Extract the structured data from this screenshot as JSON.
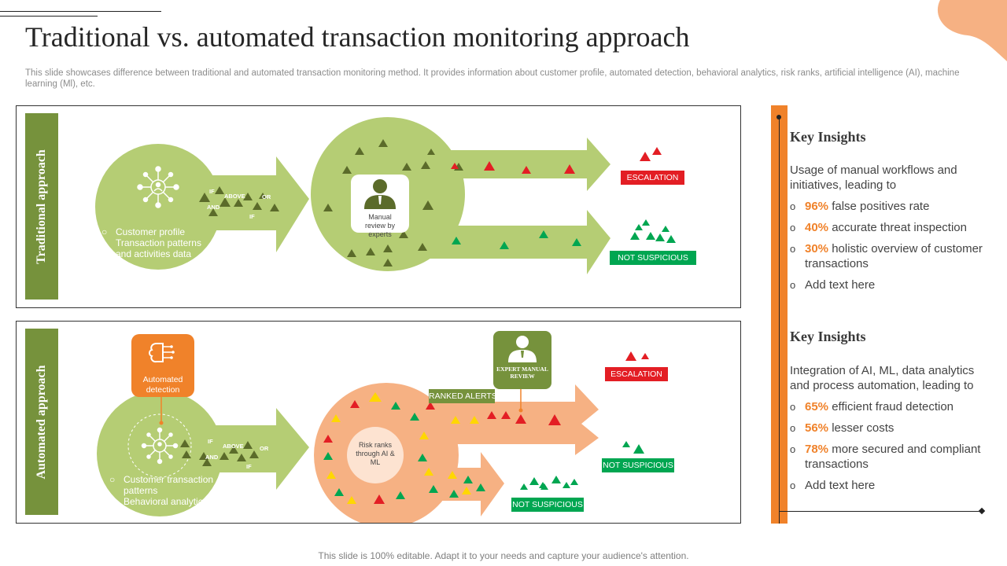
{
  "title": "Traditional vs. automated transaction monitoring approach",
  "subtitle": "This slide showcases difference between traditional and automated transaction monitoring method. It provides information about customer profile, automated detection, behavioral analytics, risk ranks, artificial intelligence (AI), machine learning (Ml), etc.",
  "traditional": {
    "label": "Traditional approach",
    "inputs": [
      "Customer profile",
      "Transaction patterns and activities data"
    ],
    "logic_words": [
      "IF",
      "ABOVE",
      "OR",
      "AND",
      "IF"
    ],
    "review_label": "Manual review by experts",
    "escalation": "ESCALATION",
    "not_suspicious": "NOT SUSPICIOUS"
  },
  "automated": {
    "label": "Automated approach",
    "detection_label": "Automated detection",
    "inputs": [
      "Customer transaction patterns",
      "Behavioral analytics"
    ],
    "logic_words": [
      "IF",
      "ABOVE",
      "OR",
      "AND",
      "IF"
    ],
    "risk_label": "Risk ranks through AI & ML",
    "ranked_alerts": "RANKED ALERTS",
    "expert_review": "EXPERT MANUAL REVIEW",
    "escalation": "ESCALATION",
    "not_suspicious_1": "NOT SUSPICIOUS",
    "not_suspicious_2": "NOT SUSPICIOUS"
  },
  "insights": [
    {
      "title": "Key Insights",
      "intro": "Usage of manual workflows and initiatives, leading to",
      "items": [
        {
          "pct": "96%",
          "text": " false positives rate"
        },
        {
          "pct": "40%",
          "text": " accurate threat inspection"
        },
        {
          "pct": "30%",
          "text": " holistic overview of customer transactions"
        },
        {
          "pct": "",
          "text": "Add text here"
        }
      ]
    },
    {
      "title": "Key Insights",
      "intro": "Integration of AI, ML, data analytics and process automation, leading to",
      "items": [
        {
          "pct": "65%",
          "text": " efficient fraud detection"
        },
        {
          "pct": "56%",
          "text": " lesser costs"
        },
        {
          "pct": "78%",
          "text": " more secured and compliant transactions"
        },
        {
          "pct": "",
          "text": "Add text here"
        }
      ]
    }
  ],
  "footer": "This slide is 100% editable. Adapt it to your needs and capture your audience's attention.",
  "colors": {
    "olive": "#76923c",
    "light_green": "#b5cd74",
    "orange": "#f0822a",
    "peach": "#f6b183",
    "red": "#e31e24",
    "green": "#00a651",
    "dark_olive_triangle": "#5b6b2a"
  },
  "icons": [
    "network-icon",
    "person-icon",
    "brain-chip-icon",
    "warning-triangle-icon"
  ]
}
